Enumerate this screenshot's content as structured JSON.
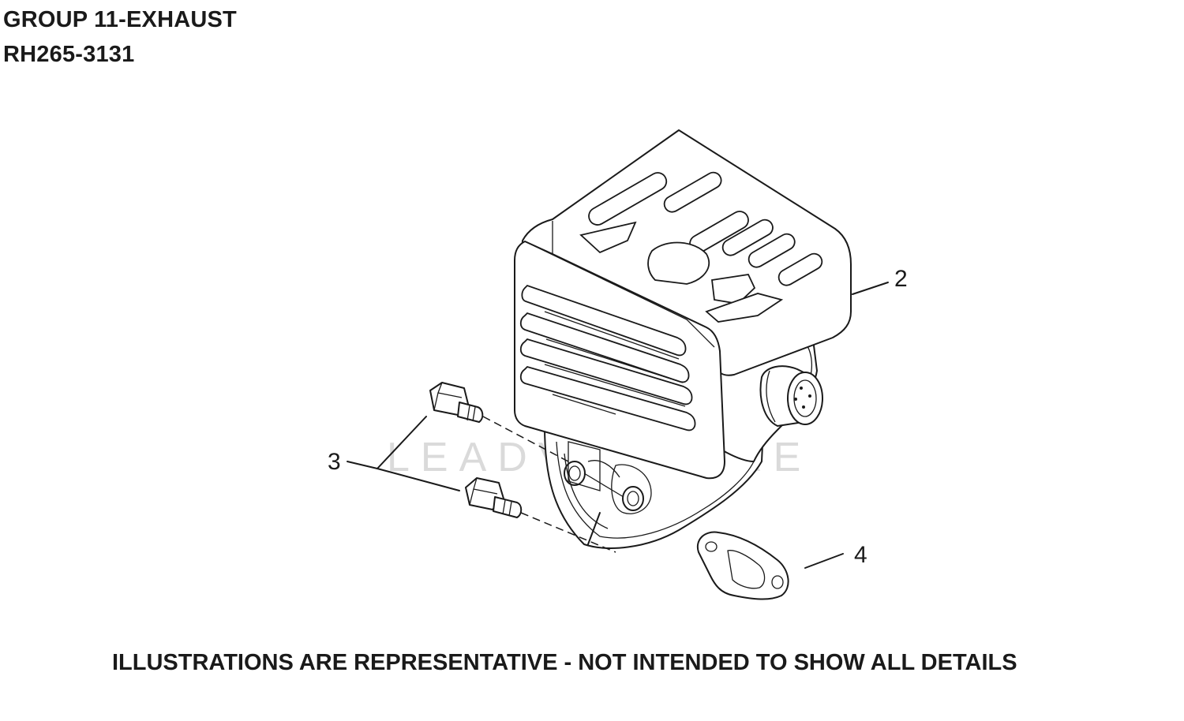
{
  "header": {
    "group_title": "GROUP 11-EXHAUST",
    "part_number": "RH265-3131"
  },
  "footer": {
    "disclaimer": "ILLUSTRATIONS ARE REPRESENTATIVE - NOT INTENDED TO SHOW ALL DETAILS"
  },
  "watermark": {
    "text": "LEADVENTURE"
  },
  "callouts": [
    {
      "label": "2",
      "part": "muffler-heat-shield"
    },
    {
      "label": "3",
      "part": "bolts"
    },
    {
      "label": "4",
      "part": "gasket"
    }
  ],
  "colors": {
    "line": "#1a1a1a",
    "watermark": "#dadada",
    "background": "#ffffff"
  }
}
